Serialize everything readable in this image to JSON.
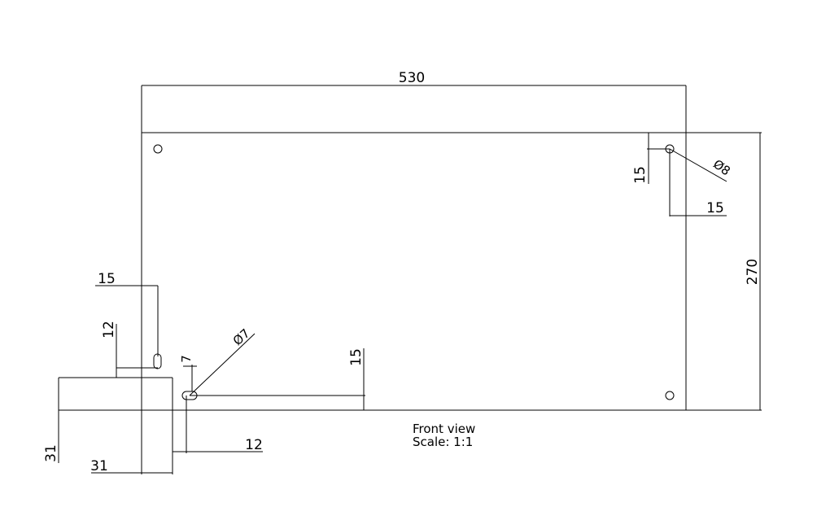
{
  "drawing": {
    "dims": {
      "width": "530",
      "height": "270",
      "hole_tr_v": "15",
      "hole_tr_h": "15",
      "hole_tr_dia": "Ø8",
      "slot_left_h": "15",
      "slot_left_v": "12",
      "slot_dia": "Ø7",
      "slot_width": "7",
      "slot_bottom_v": "15",
      "slot_bottom_h": "12",
      "notch_v": "31",
      "notch_h": "31"
    },
    "caption": {
      "line1": "Front view",
      "line2": "Scale: 1:1"
    }
  }
}
